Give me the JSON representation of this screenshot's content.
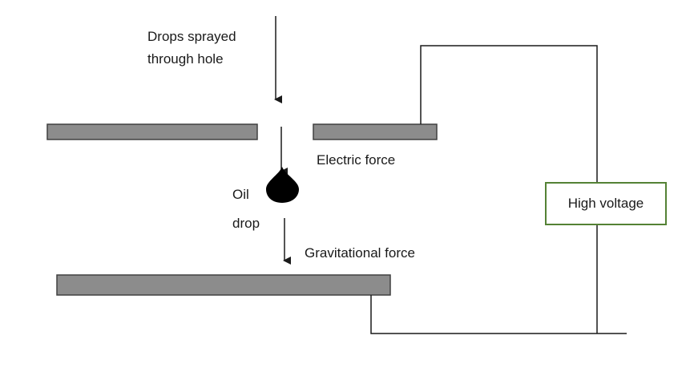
{
  "labels": {
    "drops_line1": "Drops sprayed",
    "drops_line2": "through hole",
    "electric_force": "Electric force",
    "oil_line1": "Oil",
    "oil_line2": "drop",
    "gravitational_force": "Gravitational force",
    "high_voltage": "High voltage"
  },
  "colors": {
    "plate_fill": "#8c8c8c",
    "plate_stroke": "#404040",
    "wire": "#1a1a1a",
    "box_border": "#548235",
    "drop": "#000000"
  }
}
